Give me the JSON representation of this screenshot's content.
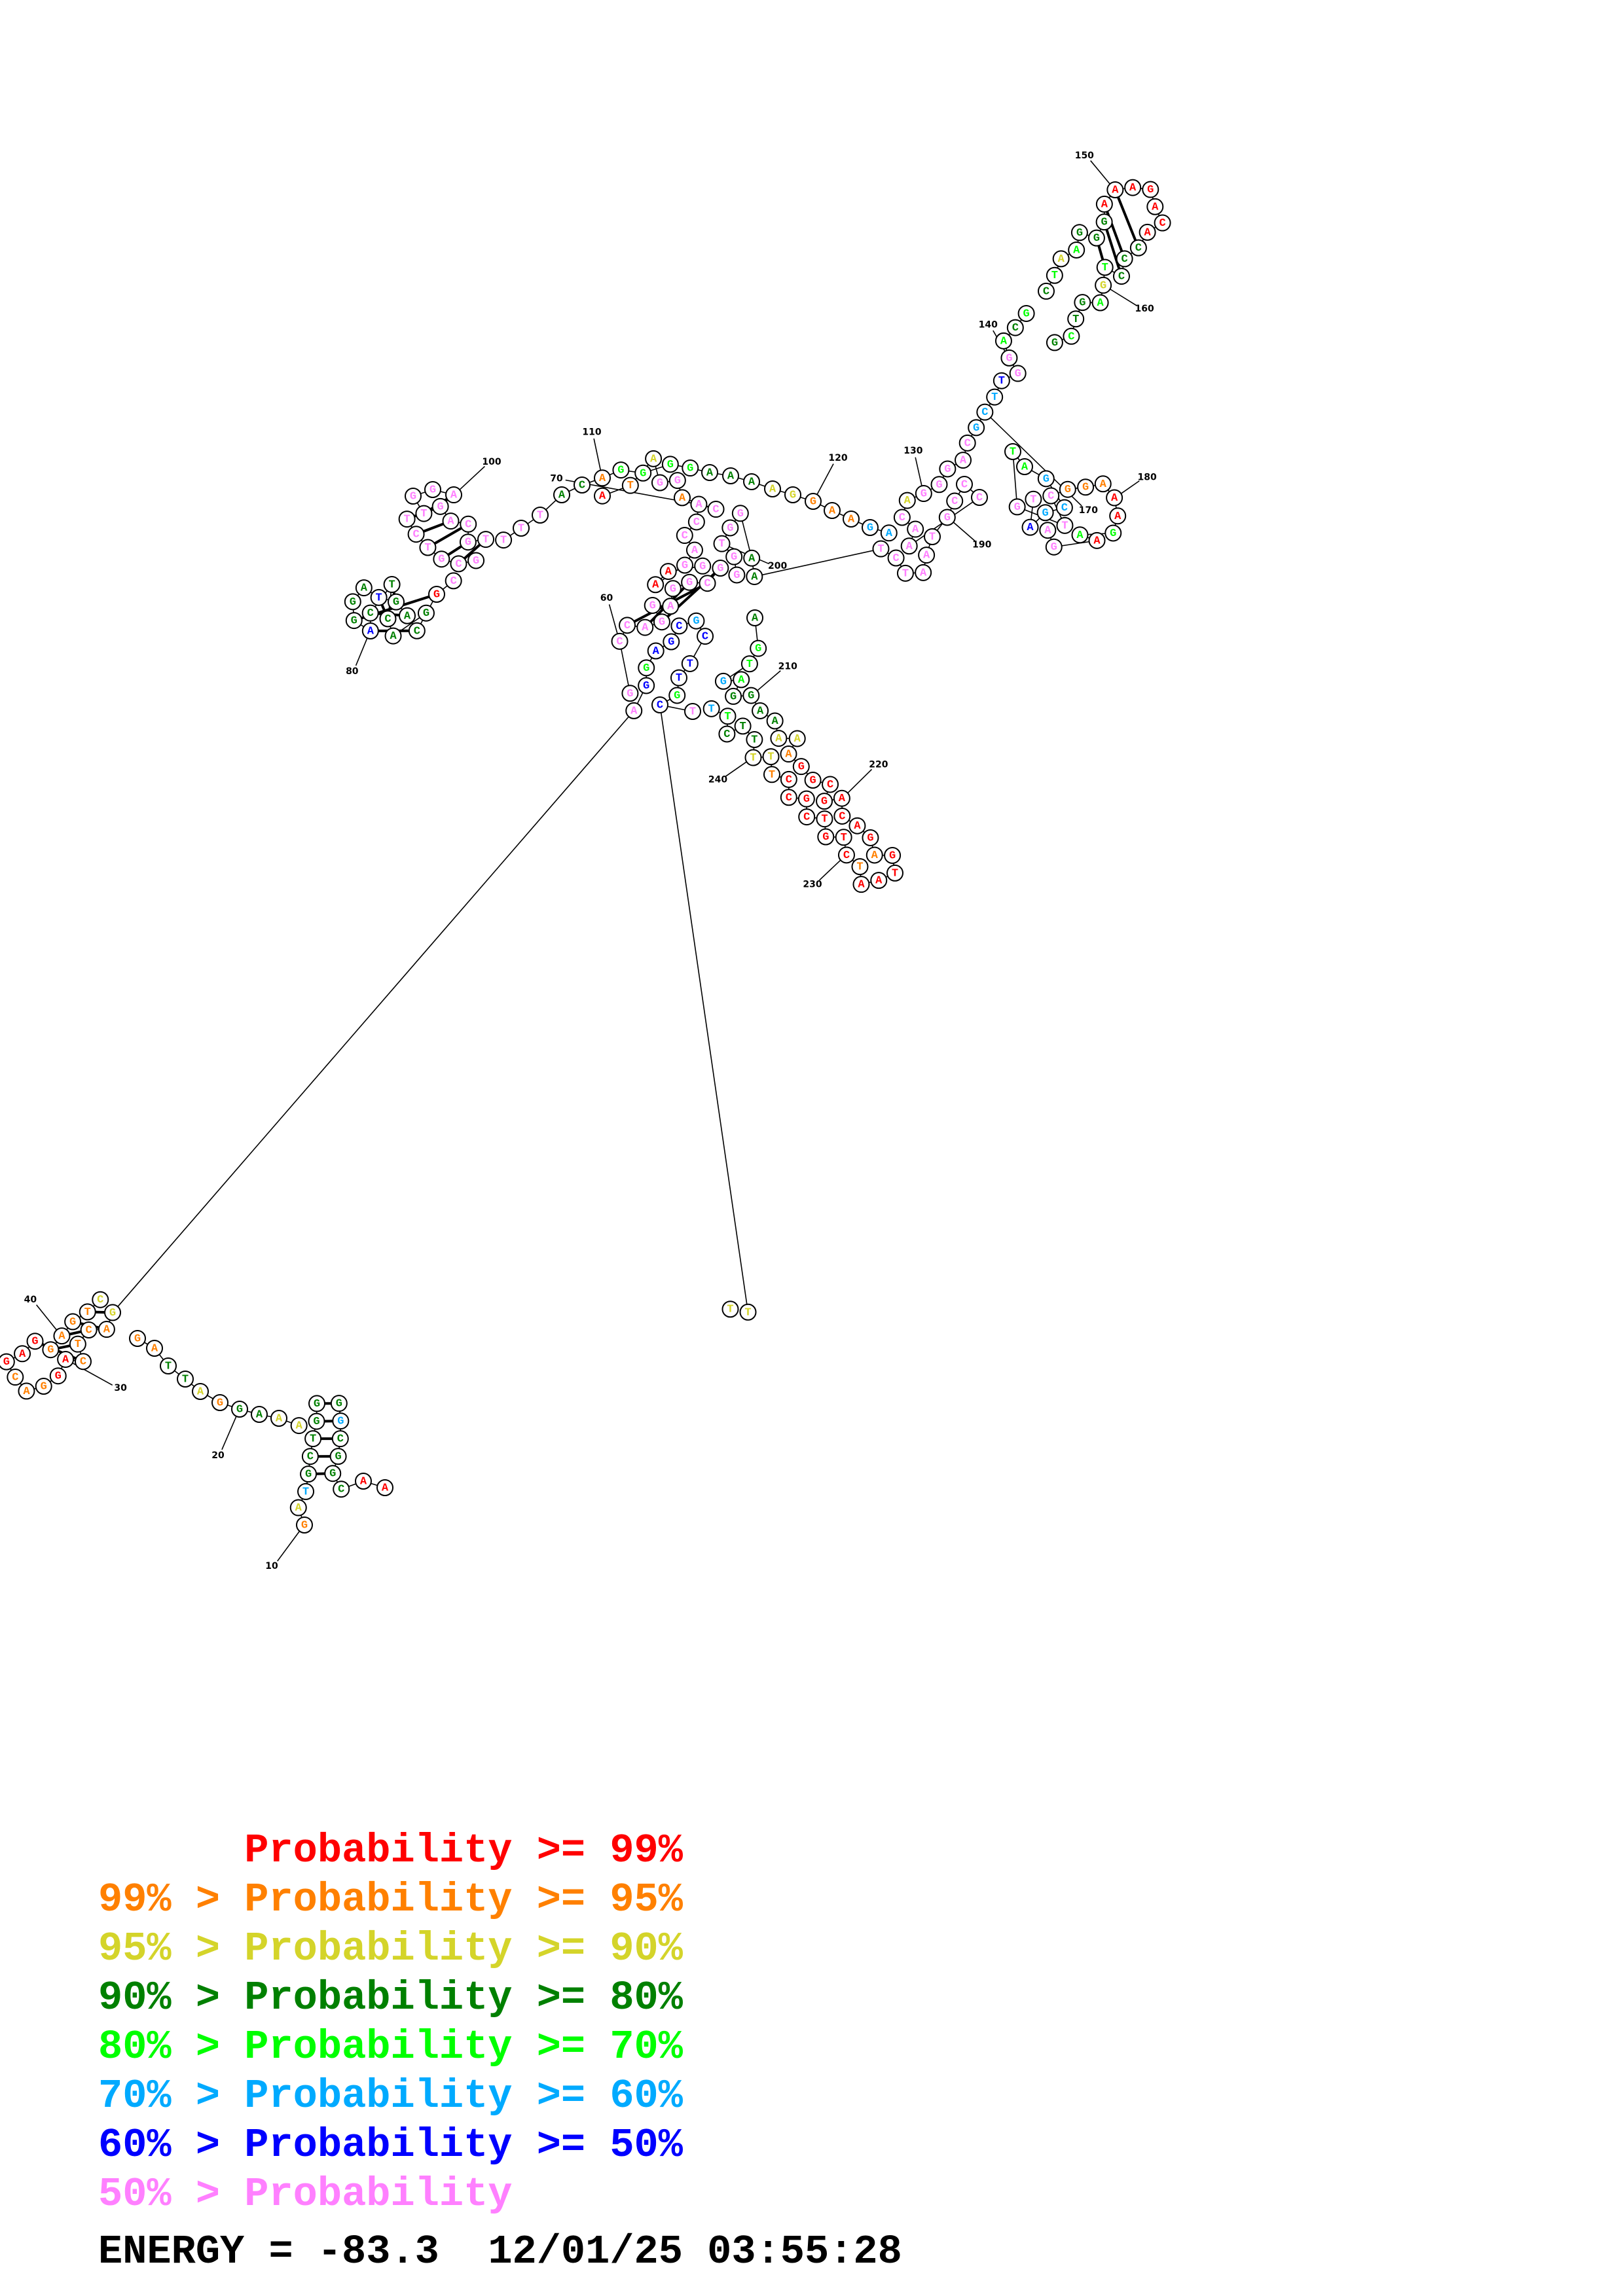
{
  "colors": {
    "p99": "#ff0000",
    "p95": "#ff8000",
    "p90": "#d4d42a",
    "p80": "#008000",
    "p70": "#00ff00",
    "p60": "#00aaff",
    "p50": "#0000ff",
    "plow": "#ff80ff"
  },
  "legend": [
    {
      "prefix": "    ",
      "label": "Probability >= 99%",
      "color_key": "p99"
    },
    {
      "prefix": "99% > ",
      "label": "Probability >= 95%",
      "color_key": "p95"
    },
    {
      "prefix": "95% > ",
      "label": "Probability >= 90%",
      "color_key": "p90"
    },
    {
      "prefix": "90% > ",
      "label": "Probability >= 80%",
      "color_key": "p80"
    },
    {
      "prefix": "80% > ",
      "label": "Probability >= 70%",
      "color_key": "p70"
    },
    {
      "prefix": "70% > ",
      "label": "Probability >= 60%",
      "color_key": "p60"
    },
    {
      "prefix": "60% > ",
      "label": "Probability >= 50%",
      "color_key": "p50"
    },
    {
      "prefix": "50% > ",
      "label": "Probability",
      "color_key": "plow"
    }
  ],
  "footer": {
    "energy_label": "ENERGY = -83.3",
    "timestamp": "12/01/25 03:55:28"
  },
  "position_labels": [
    "10",
    "20",
    "30",
    "40",
    "60",
    "70",
    "80",
    "100",
    "110",
    "120",
    "130",
    "140",
    "150",
    "160",
    "170",
    "180",
    "190",
    "200",
    "210",
    "220",
    "230",
    "240"
  ],
  "sequence_segments": [
    {
      "name": "hairpin-10",
      "nts": [
        [
          "G",
          "p95"
        ],
        [
          "A",
          "p90"
        ],
        [
          "T",
          "p60"
        ],
        [
          "G",
          "p80"
        ],
        [
          "C",
          "p80"
        ],
        [
          "T",
          "p80"
        ],
        [
          "G",
          "p80"
        ],
        [
          "G",
          "p80"
        ],
        [
          "G",
          "p80"
        ],
        [
          "G",
          "p60"
        ],
        [
          "C",
          "p80"
        ],
        [
          "G",
          "p80"
        ],
        [
          "G",
          "p80"
        ],
        [
          "C",
          "p80"
        ],
        [
          "A",
          "p99"
        ],
        [
          "A",
          "p99"
        ]
      ]
    },
    {
      "name": "linker-20",
      "nts": [
        [
          "A",
          "p90"
        ],
        [
          "A",
          "p90"
        ],
        [
          "A",
          "p80"
        ],
        [
          "G",
          "p80"
        ],
        [
          "G",
          "p95"
        ],
        [
          "A",
          "p90"
        ],
        [
          "T",
          "p80"
        ],
        [
          "T",
          "p80"
        ],
        [
          "A",
          "p95"
        ],
        [
          "G",
          "p95"
        ]
      ]
    },
    {
      "name": "hairpin-30-40",
      "nts": [
        [
          "G",
          "p90"
        ],
        [
          "A",
          "p95"
        ],
        [
          "C",
          "p95"
        ],
        [
          "T",
          "p95"
        ],
        [
          "C",
          "p95"
        ],
        [
          "A",
          "p99"
        ],
        [
          "G",
          "p99"
        ],
        [
          "G",
          "p95"
        ],
        [
          "A",
          "p95"
        ],
        [
          "C",
          "p95"
        ],
        [
          "G",
          "p99"
        ],
        [
          "A",
          "p99"
        ],
        [
          "G",
          "p99"
        ],
        [
          "G",
          "p95"
        ],
        [
          "A",
          "p95"
        ],
        [
          "G",
          "p95"
        ],
        [
          "T",
          "p95"
        ],
        [
          "C",
          "p90"
        ]
      ]
    },
    {
      "name": "multiloop-50s",
      "nts": [
        [
          "T",
          "p90"
        ],
        [
          "A",
          "plow"
        ],
        [
          "G",
          "p50"
        ],
        [
          "G",
          "p70"
        ],
        [
          "A",
          "p50"
        ],
        [
          "G",
          "p50"
        ],
        [
          "C",
          "p50"
        ],
        [
          "G",
          "p60"
        ],
        [
          "C",
          "p50"
        ],
        [
          "T",
          "p50"
        ],
        [
          "T",
          "p50"
        ],
        [
          "G",
          "p70"
        ],
        [
          "C",
          "p50"
        ],
        [
          "T",
          "plow"
        ]
      ]
    },
    {
      "name": "hairpin-60",
      "nts": [
        [
          "G",
          "plow"
        ],
        [
          "C",
          "plow"
        ],
        [
          "C",
          "plow"
        ],
        [
          "A",
          "plow"
        ],
        [
          "G",
          "plow"
        ],
        [
          "G",
          "plow"
        ],
        [
          "A",
          "plow"
        ],
        [
          "G",
          "plow"
        ],
        [
          "G",
          "plow"
        ],
        [
          "C",
          "plow"
        ],
        [
          "G",
          "plow"
        ]
      ]
    },
    {
      "name": "stem-70",
      "nts": [
        [
          "G",
          "plow"
        ],
        [
          "A",
          "p99"
        ],
        [
          "A",
          "p99"
        ],
        [
          "G",
          "plow"
        ],
        [
          "A",
          "plow"
        ],
        [
          "C",
          "plow"
        ],
        [
          "C",
          "plow"
        ],
        [
          "A",
          "plow"
        ],
        [
          "C",
          "plow"
        ],
        [
          "A",
          "p95"
        ],
        [
          "G",
          "plow"
        ],
        [
          "G",
          "plow"
        ],
        [
          "A",
          "p90"
        ],
        [
          "T",
          "p95"
        ],
        [
          "A",
          "p99"
        ]
      ]
    },
    {
      "name": "hairpin-80",
      "nts": [
        [
          "G",
          "p80"
        ],
        [
          "A",
          "p80"
        ],
        [
          "C",
          "p80"
        ],
        [
          "T",
          "p80"
        ],
        [
          "C",
          "p80"
        ],
        [
          "A",
          "p50"
        ],
        [
          "G",
          "p80"
        ],
        [
          "G",
          "p80"
        ],
        [
          "A",
          "p80"
        ],
        [
          "T",
          "p50"
        ],
        [
          "G",
          "p80"
        ],
        [
          "A",
          "p80"
        ],
        [
          "C",
          "p80"
        ],
        [
          "G",
          "p99"
        ],
        [
          "C",
          "plow"
        ]
      ]
    },
    {
      "name": "hairpin-100",
      "nts": [
        [
          "G",
          "plow"
        ],
        [
          "C",
          "plow"
        ],
        [
          "G",
          "plow"
        ],
        [
          "T",
          "plow"
        ],
        [
          "C",
          "plow"
        ],
        [
          "T",
          "plow"
        ],
        [
          "T",
          "plow"
        ],
        [
          "G",
          "plow"
        ],
        [
          "G",
          "plow"
        ],
        [
          "A",
          "plow"
        ],
        [
          "G",
          "plow"
        ],
        [
          "A",
          "plow"
        ],
        [
          "C",
          "plow"
        ],
        [
          "G",
          "plow"
        ],
        [
          "T",
          "plow"
        ]
      ]
    },
    {
      "name": "linker-110-120",
      "nts": [
        [
          "T",
          "plow"
        ],
        [
          "T",
          "plow"
        ],
        [
          "T",
          "plow"
        ],
        [
          "A",
          "p80"
        ],
        [
          "C",
          "p80"
        ],
        [
          "A",
          "p95"
        ],
        [
          "G",
          "p70"
        ],
        [
          "G",
          "p70"
        ],
        [
          "G",
          "p70"
        ],
        [
          "G",
          "p70"
        ],
        [
          "A",
          "p80"
        ],
        [
          "A",
          "p80"
        ],
        [
          "A",
          "p80"
        ],
        [
          "A",
          "p90"
        ],
        [
          "G",
          "p90"
        ],
        [
          "G",
          "p95"
        ],
        [
          "A",
          "p95"
        ],
        [
          "A",
          "p95"
        ],
        [
          "G",
          "p60"
        ],
        [
          "A",
          "p60"
        ]
      ]
    },
    {
      "name": "stem-130-190",
      "nts": [
        [
          "A",
          "plow"
        ],
        [
          "A",
          "plow"
        ],
        [
          "C",
          "plow"
        ],
        [
          "A",
          "p90"
        ],
        [
          "G",
          "plow"
        ],
        [
          "G",
          "plow"
        ],
        [
          "G",
          "plow"
        ],
        [
          "A",
          "plow"
        ],
        [
          "C",
          "plow"
        ],
        [
          "G",
          "p60"
        ],
        [
          "C",
          "p60"
        ],
        [
          "T",
          "p60"
        ],
        [
          "T",
          "p50"
        ],
        [
          "G",
          "plow"
        ],
        [
          "G",
          "plow"
        ],
        [
          "A",
          "p70"
        ],
        [
          "C",
          "p80"
        ],
        [
          "G",
          "p70"
        ]
      ]
    },
    {
      "name": "hairpin-150",
      "nts": [
        [
          "C",
          "p80"
        ],
        [
          "T",
          "p70"
        ],
        [
          "A",
          "p90"
        ],
        [
          "A",
          "p70"
        ],
        [
          "G",
          "p80"
        ],
        [
          "G",
          "p80"
        ],
        [
          "G",
          "p80"
        ],
        [
          "A",
          "p99"
        ],
        [
          "A",
          "p99"
        ],
        [
          "A",
          "p99"
        ],
        [
          "G",
          "p99"
        ],
        [
          "A",
          "p99"
        ],
        [
          "C",
          "p99"
        ],
        [
          "A",
          "p99"
        ],
        [
          "C",
          "p80"
        ],
        [
          "C",
          "p80"
        ],
        [
          "C",
          "p80"
        ],
        [
          "T",
          "p70"
        ],
        [
          "G",
          "p90"
        ],
        [
          "A",
          "p70"
        ],
        [
          "G",
          "p80"
        ],
        [
          "T",
          "p80"
        ],
        [
          "C",
          "p70"
        ],
        [
          "G",
          "p80"
        ]
      ]
    },
    {
      "name": "hairpin-180",
      "nts": [
        [
          "T",
          "plow"
        ],
        [
          "A",
          "p50"
        ],
        [
          "G",
          "p60"
        ],
        [
          "C",
          "p60"
        ],
        [
          "G",
          "p60"
        ],
        [
          "A",
          "p70"
        ],
        [
          "T",
          "p70"
        ],
        [
          "G",
          "plow"
        ],
        [
          "T",
          "plow"
        ],
        [
          "C",
          "plow"
        ],
        [
          "G",
          "p95"
        ],
        [
          "G",
          "p95"
        ],
        [
          "A",
          "p95"
        ],
        [
          "A",
          "p99"
        ],
        [
          "A",
          "p99"
        ],
        [
          "G",
          "p70"
        ],
        [
          "A",
          "p70"
        ],
        [
          "A",
          "p99"
        ],
        [
          "G",
          "plow"
        ],
        [
          "A",
          "plow"
        ]
      ]
    },
    {
      "name": "tail-190-200",
      "nts": [
        [
          "C",
          "plow"
        ],
        [
          "C",
          "plow"
        ],
        [
          "C",
          "plow"
        ],
        [
          "G",
          "plow"
        ],
        [
          "T",
          "plow"
        ],
        [
          "A",
          "plow"
        ],
        [
          "A",
          "plow"
        ],
        [
          "T",
          "plow"
        ],
        [
          "C",
          "plow"
        ],
        [
          "T",
          "plow"
        ],
        [
          "G",
          "plow"
        ],
        [
          "G",
          "plow"
        ],
        [
          "T",
          "plow"
        ],
        [
          "G",
          "plow"
        ],
        [
          "G",
          "plow"
        ],
        [
          "A",
          "p80"
        ],
        [
          "A",
          "p80"
        ]
      ]
    },
    {
      "name": "stem-210-240",
      "nts": [
        [
          "A",
          "p80"
        ],
        [
          "G",
          "p70"
        ],
        [
          "T",
          "p70"
        ],
        [
          "G",
          "p60"
        ],
        [
          "A",
          "p70"
        ],
        [
          "G",
          "p80"
        ],
        [
          "G",
          "p80"
        ],
        [
          "A",
          "p80"
        ],
        [
          "A",
          "p80"
        ],
        [
          "A",
          "p90"
        ],
        [
          "A",
          "p90"
        ],
        [
          "A",
          "p95"
        ],
        [
          "G",
          "p99"
        ],
        [
          "G",
          "p99"
        ],
        [
          "C",
          "p99"
        ],
        [
          "G",
          "p99"
        ],
        [
          "A",
          "p99"
        ],
        [
          "C",
          "p99"
        ],
        [
          "A",
          "p99"
        ],
        [
          "G",
          "p99"
        ],
        [
          "A",
          "p95"
        ],
        [
          "G",
          "p99"
        ],
        [
          "T",
          "p99"
        ],
        [
          "A",
          "p99"
        ],
        [
          "A",
          "p99"
        ],
        [
          "T",
          "p95"
        ],
        [
          "C",
          "p99"
        ],
        [
          "T",
          "p99"
        ],
        [
          "G",
          "p99"
        ],
        [
          "T",
          "p99"
        ],
        [
          "C",
          "p99"
        ],
        [
          "G",
          "p99"
        ],
        [
          "C",
          "p99"
        ],
        [
          "C",
          "p99"
        ],
        [
          "T",
          "p95"
        ],
        [
          "T",
          "p90"
        ],
        [
          "T",
          "p90"
        ],
        [
          "T",
          "p80"
        ],
        [
          "T",
          "p80"
        ],
        [
          "C",
          "p80"
        ],
        [
          "T",
          "p70"
        ],
        [
          "T",
          "p60"
        ],
        [
          "T",
          "p90"
        ]
      ]
    }
  ]
}
